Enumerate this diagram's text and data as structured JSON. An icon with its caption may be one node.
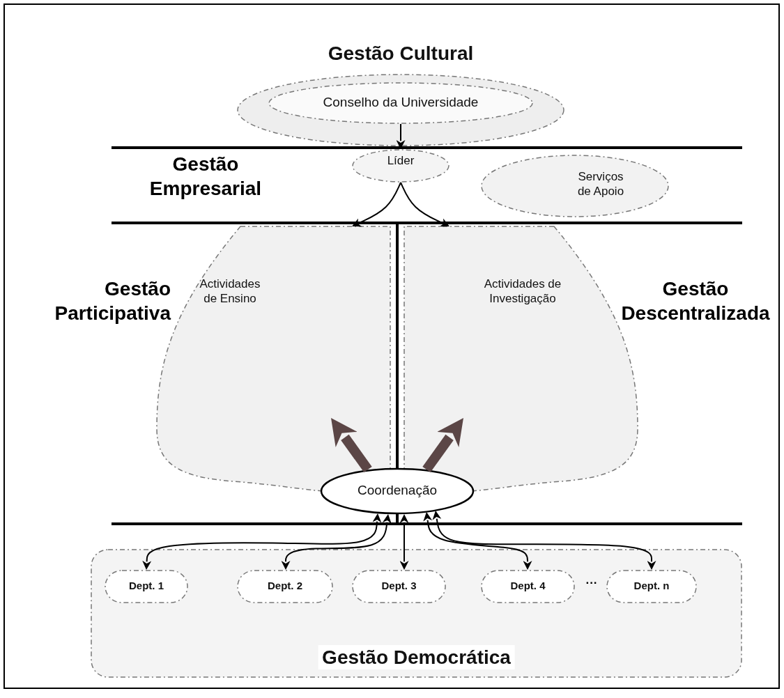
{
  "diagram": {
    "nodes": [
      {
        "text": [
          "Gestão Cultural"
        ]
      },
      {
        "text": [
          "Conselho da Universidade"
        ],
        "in": 0
      },
      {
        "text": [
          "Líder"
        ]
      },
      {
        "text": [
          "Serviços de Apoio"
        ]
      },
      {
        "text": [
          "Actividades de Ensino"
        ]
      },
      {
        "text": [
          "Actividades de Investigação"
        ]
      },
      {
        "text": [
          "Coordenação"
        ]
      },
      {
        "text": [
          "Gestão Democrática"
        ]
      },
      {
        "text": [
          "Dept. 1"
        ],
        "in": 7
      },
      {
        "text": [
          "Dept. 2"
        ],
        "in": 7
      },
      {
        "text": [
          "Dept. 3"
        ],
        "in": 7
      },
      {
        "text": [
          "Dept. 4"
        ],
        "in": 7
      },
      {
        "text": [
          "Dept. n"
        ],
        "in": 7
      }
    ],
    "edges": [
      {
        "from": 1,
        "to": 2,
        "arrow": "to"
      },
      {
        "from": 2,
        "to": 4,
        "arrow": "to"
      },
      {
        "from": 2,
        "to": 5,
        "arrow": "to"
      },
      {
        "from": 6,
        "to": 4,
        "arrow": "to",
        "style": "thick",
        "color": "#5b4646"
      },
      {
        "from": 6,
        "to": 5,
        "arrow": "to",
        "style": "thick",
        "color": "#5b4646"
      },
      {
        "from": 6,
        "to": 8,
        "arrow": "both"
      },
      {
        "from": 6,
        "to": 9,
        "arrow": "both"
      },
      {
        "from": 6,
        "to": 10,
        "arrow": "both"
      },
      {
        "from": 6,
        "to": 11,
        "arrow": "both"
      },
      {
        "from": 6,
        "to": 12,
        "arrow": "both"
      }
    ],
    "labels": [
      "Gestão Empresarial",
      "Gestão Participativa",
      "Gestão Descentralizada",
      "···"
    ]
  }
}
